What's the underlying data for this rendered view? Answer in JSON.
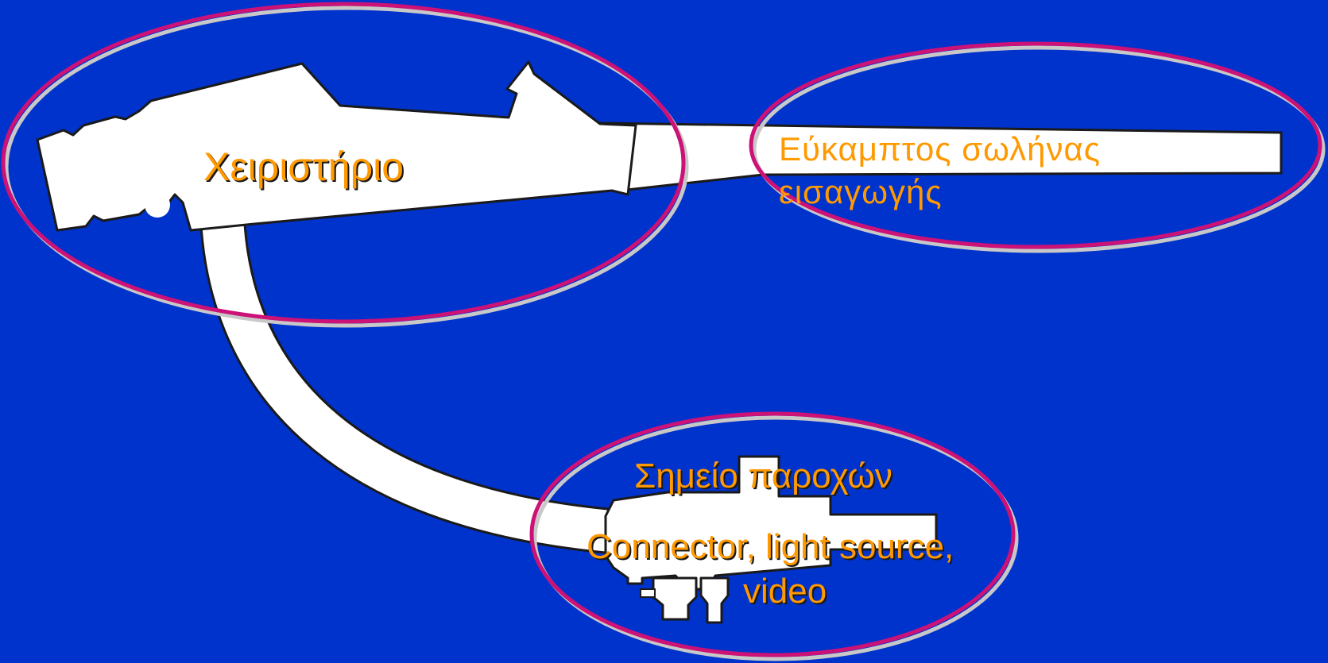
{
  "labels": {
    "handle": "Χειριστήριο",
    "insertion_tube_line1": "Εύκαμπτος σωλήνας",
    "insertion_tube_line2": "εισαγωγής",
    "connector_title": "Σημείο παροχών",
    "connector_desc_line1": "Connector, light source,",
    "connector_desc_line2": "video"
  },
  "colors": {
    "background": "#0033cc",
    "instrument": "#ffffff",
    "outline": "#1a1a1a",
    "ellipse": "#cc1177",
    "ellipse_shadow": "#c8c8c8",
    "label": "#ff9900"
  }
}
